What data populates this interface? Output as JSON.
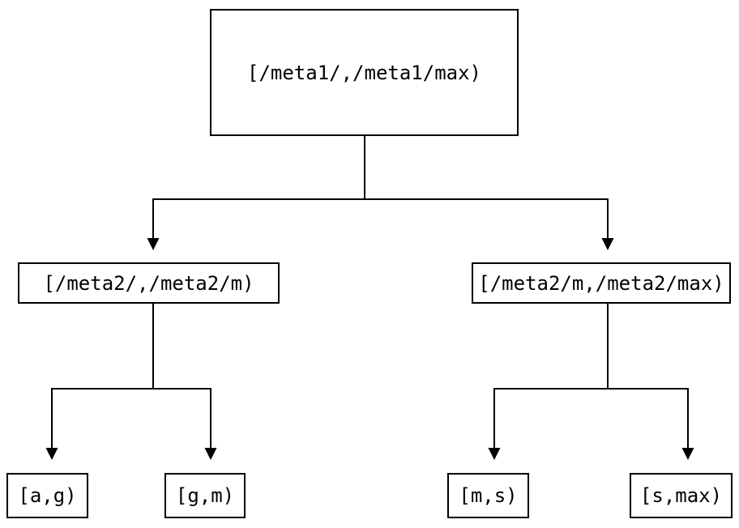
{
  "diagram": {
    "type": "binary-interval-tree",
    "background_color": "#ffffff",
    "line_color": "#000000",
    "nodes": {
      "root": {
        "label": "[/meta1/,/meta1/max)"
      },
      "left_child": {
        "label": "[/meta2/,/meta2/m)"
      },
      "right_child": {
        "label": "[/meta2/m,/meta2/max)"
      },
      "leaf_ag": {
        "label": "[a,g)"
      },
      "leaf_gm": {
        "label": "[g,m)"
      },
      "leaf_ms": {
        "label": "[m,s)"
      },
      "leaf_smax": {
        "label": "[s,max)"
      }
    },
    "edges": [
      {
        "from": "root",
        "to": "left_child"
      },
      {
        "from": "root",
        "to": "right_child"
      },
      {
        "from": "left_child",
        "to": "leaf_ag"
      },
      {
        "from": "left_child",
        "to": "leaf_gm"
      },
      {
        "from": "right_child",
        "to": "leaf_ms"
      },
      {
        "from": "right_child",
        "to": "leaf_smax"
      }
    ]
  }
}
